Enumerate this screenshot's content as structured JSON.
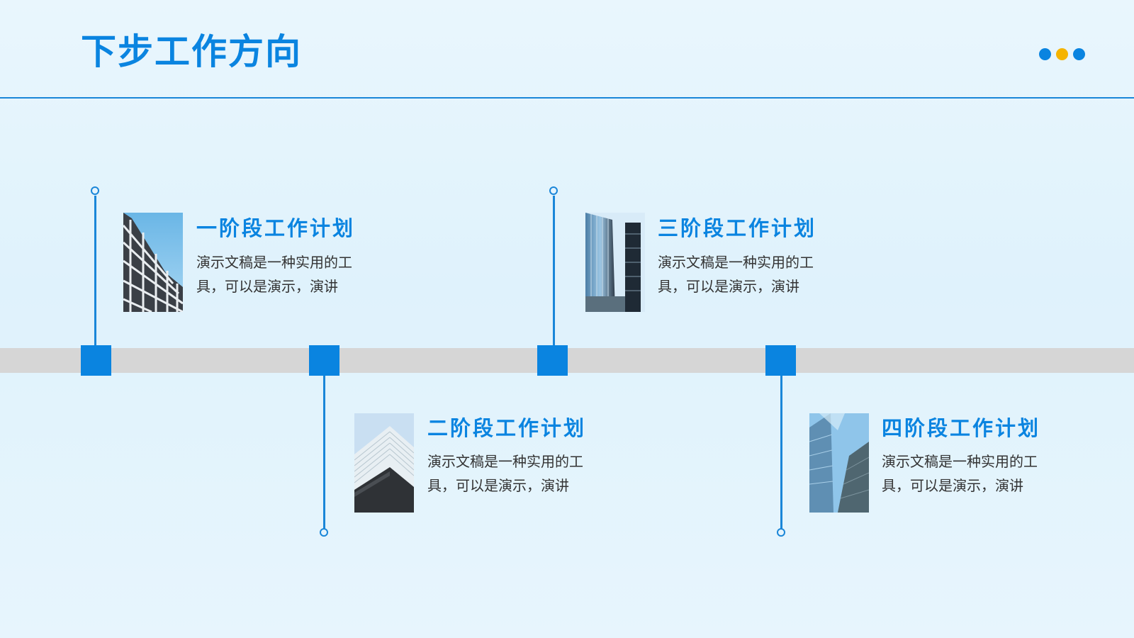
{
  "header": {
    "title": "下步工作方向",
    "dots": [
      "#0a84e0",
      "#f5b400",
      "#0a84e0"
    ]
  },
  "colors": {
    "accent": "#0a84e0",
    "track": "#d6d6d6",
    "text": "#333333"
  },
  "stages": [
    {
      "title": "一阶段工作计划",
      "desc": "演示文稿是一种实用的工具，可以是演示，演讲",
      "image": "building-grid-facade-photo"
    },
    {
      "title": "二阶段工作计划",
      "desc": "演示文稿是一种实用的工具，可以是演示，演讲",
      "image": "building-corner-photo"
    },
    {
      "title": "三阶段工作计划",
      "desc": "演示文稿是一种实用的工具，可以是演示，演讲",
      "image": "glass-tower-photo"
    },
    {
      "title": "四阶段工作计划",
      "desc": "演示文稿是一种实用的工具，可以是演示，演讲",
      "image": "skyscrapers-looking-up-photo"
    }
  ]
}
